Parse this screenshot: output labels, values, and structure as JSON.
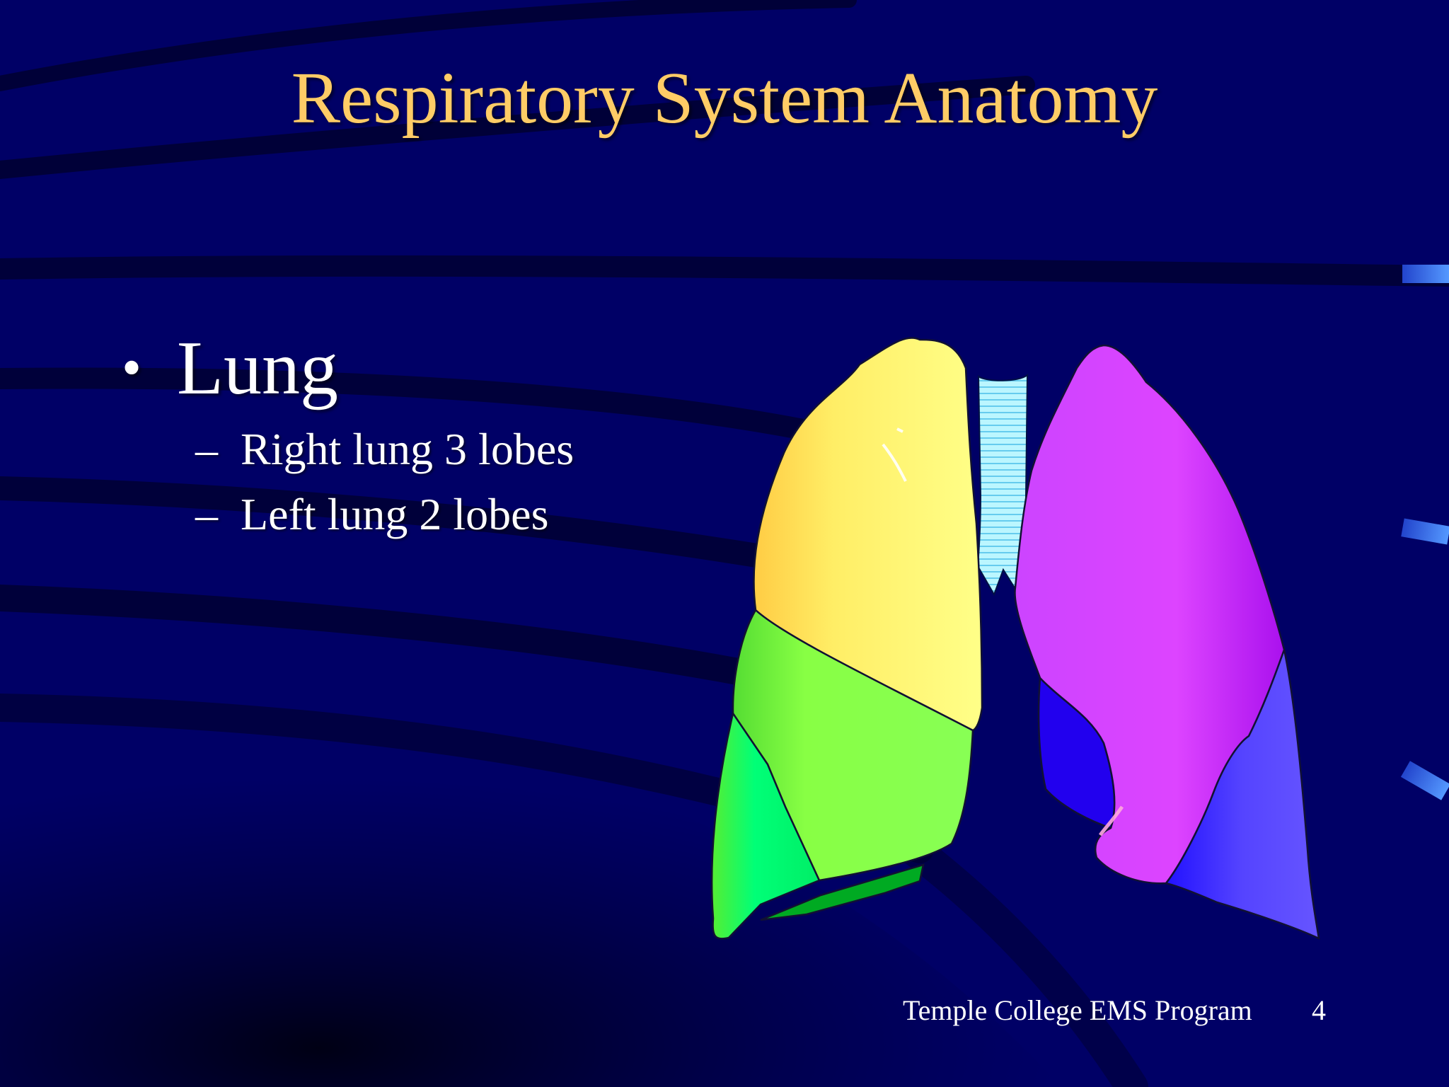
{
  "slide": {
    "title": "Respiratory System Anatomy",
    "bullet": "Lung",
    "bullet_symbol": "•",
    "sub_bullets": [
      {
        "dash": "–",
        "text": "Right lung 3 lobes"
      },
      {
        "dash": "–",
        "text": "Left lung 2 lobes"
      }
    ],
    "footer_text": "Temple College EMS Program",
    "page_number": "4"
  },
  "colors": {
    "background": "#000066",
    "title": "#ffcc66",
    "text": "#ffffff",
    "right_upper_lobe": "#ffff77",
    "right_middle_lobe": "#88ff44",
    "right_lower_lobe": "#00ee66",
    "trachea": "#aaf4ff",
    "left_upper_lobe": "#dd44ff",
    "left_lower_lobe": "#4433ff"
  }
}
